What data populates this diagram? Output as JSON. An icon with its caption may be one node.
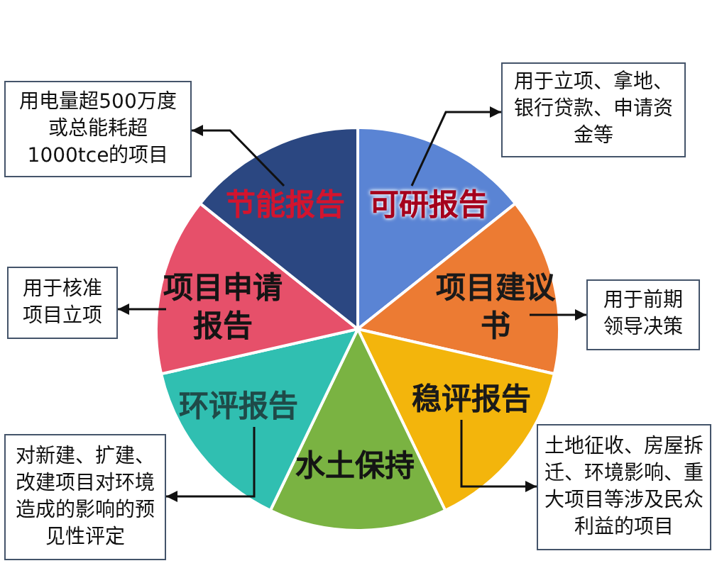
{
  "diagram": {
    "nodes": [
      {
        "text": [
          "可研报告"
        ]
      },
      {
        "text": [
          "项目建议书"
        ]
      },
      {
        "text": [
          "稳评报告"
        ]
      },
      {
        "text": [
          "水土保持"
        ]
      },
      {
        "text": [
          "环评报告"
        ]
      },
      {
        "text": [
          "项目申请报告"
        ]
      },
      {
        "text": [
          "节能报告"
        ]
      },
      {
        "text": [
          "用电量超500万度或总能耗超1000tce的项目"
        ]
      },
      {
        "text": [
          "用于立项、拿地、银行贷款、申请资金等"
        ]
      },
      {
        "text": [
          "用于核准项目立项"
        ]
      },
      {
        "text": [
          "用于前期领导决策"
        ]
      },
      {
        "text": [
          "对新建、扩建、改建项目对环境造成的影响的预见性评定"
        ]
      },
      {
        "text": [
          "土地征收、房屋拆迁、环境影响、重大项目等涉及民众利益的项目"
        ]
      }
    ],
    "edges": [
      {
        "from": 6,
        "to": 7,
        "arrow": "to"
      },
      {
        "from": 0,
        "to": 8,
        "arrow": "to"
      },
      {
        "from": 5,
        "to": 9,
        "arrow": "to"
      },
      {
        "from": 1,
        "to": 10,
        "arrow": "to"
      },
      {
        "from": 4,
        "to": 11,
        "arrow": "to"
      },
      {
        "from": 2,
        "to": 12,
        "arrow": "to"
      }
    ]
  }
}
